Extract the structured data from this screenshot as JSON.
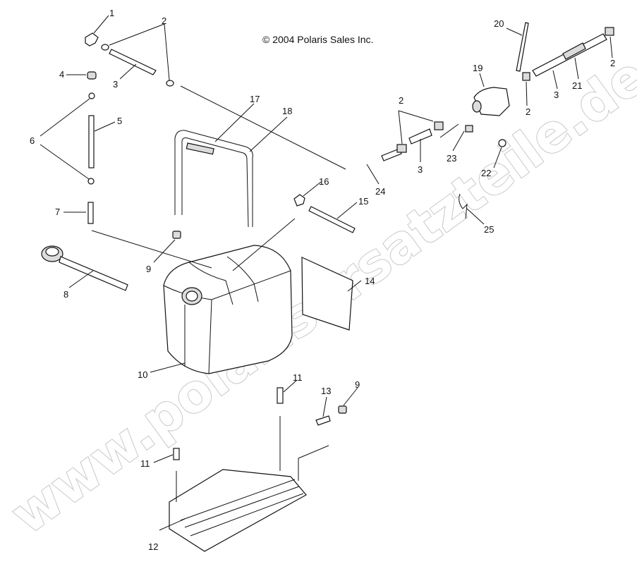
{
  "copyright": "© 2004 Polaris Sales Inc.",
  "watermark": "www.polarisersatzteile.de",
  "callouts": [
    "1",
    "2",
    "2",
    "3",
    "4",
    "6",
    "5",
    "7",
    "8",
    "17",
    "18",
    "9",
    "16",
    "15",
    "10",
    "14",
    "11",
    "13",
    "9",
    "11",
    "12",
    "2",
    "3",
    "24",
    "23",
    "22",
    "19",
    "20",
    "2",
    "3",
    "21",
    "2",
    "25"
  ],
  "colors": {
    "ink": "#111111",
    "watermark_outline": "#c8c8c8",
    "background": "#ffffff"
  }
}
